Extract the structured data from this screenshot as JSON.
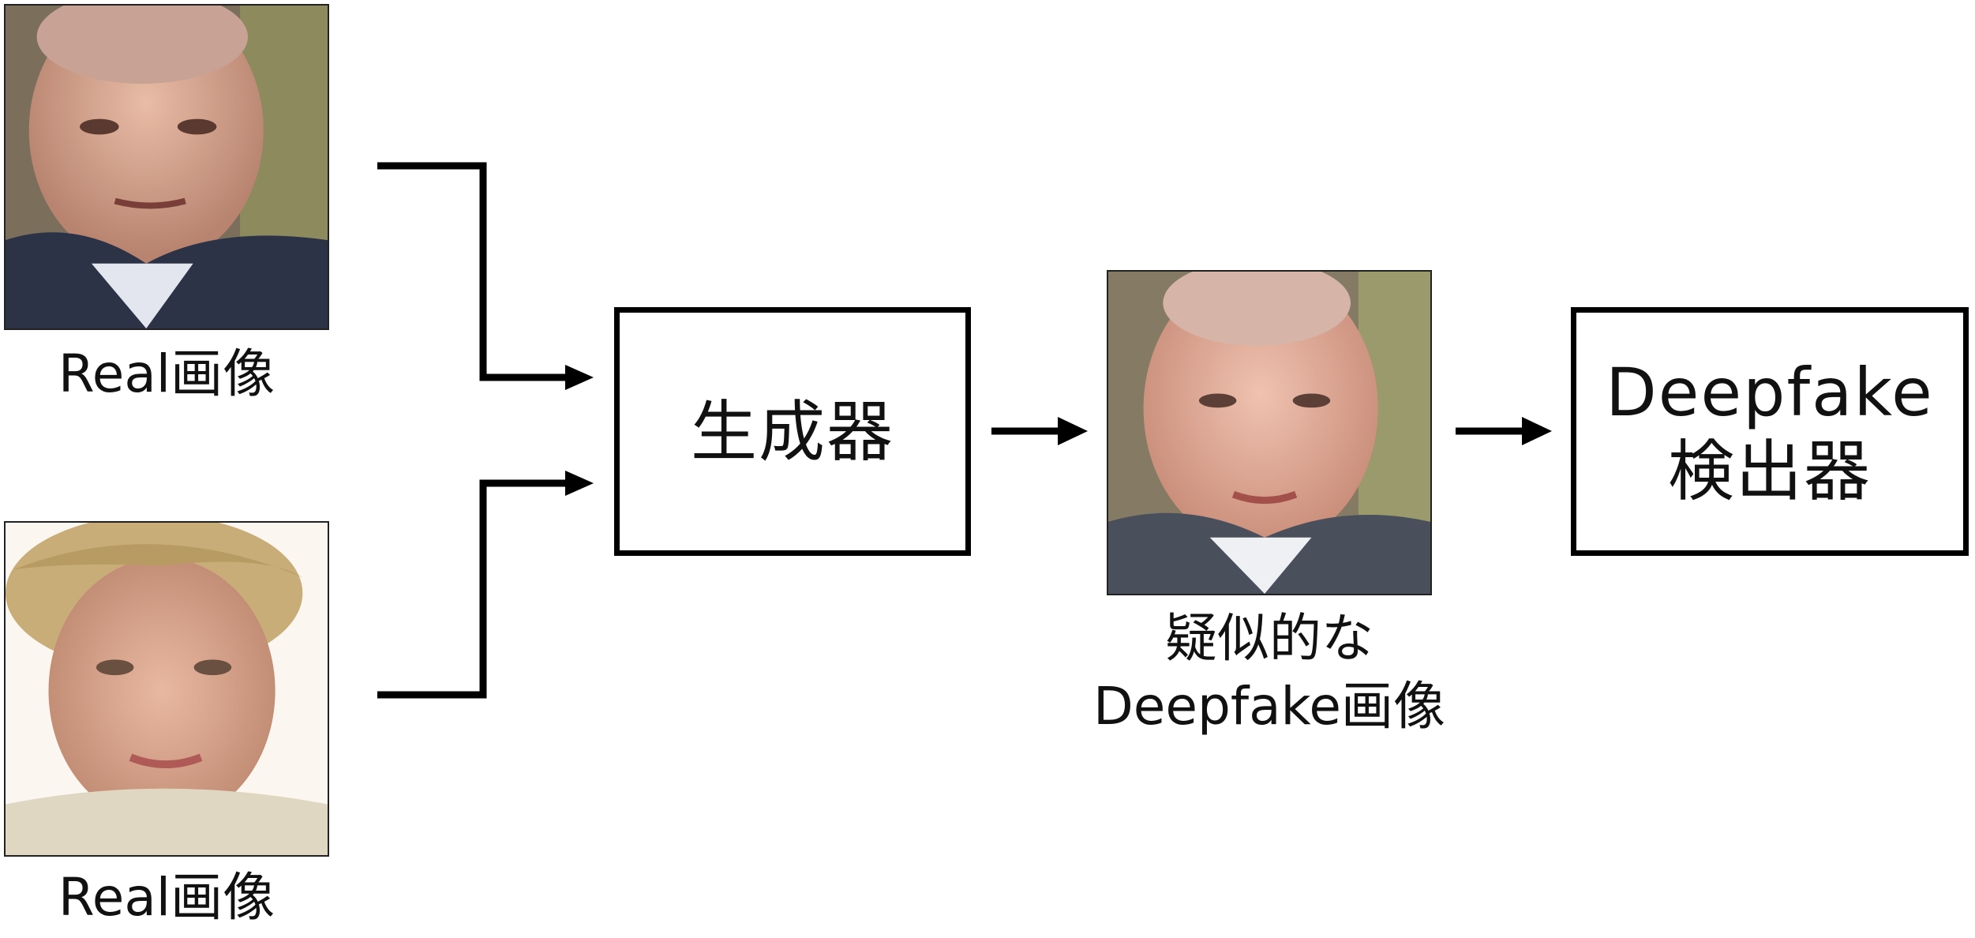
{
  "inputs": [
    {
      "label": "Real画像",
      "photo": "face-photo-man"
    },
    {
      "label": "Real画像",
      "photo": "face-photo-woman"
    }
  ],
  "generator": {
    "label": "生成器"
  },
  "pseudo_fake": {
    "label_line1": "疑似的な",
    "label_line2": "Deepfake画像",
    "photo": "face-photo-blended"
  },
  "detector": {
    "label_line1": "Deepfake",
    "label_line2": "検出器"
  },
  "colors": {
    "stroke": "#000000",
    "background": "#ffffff"
  }
}
